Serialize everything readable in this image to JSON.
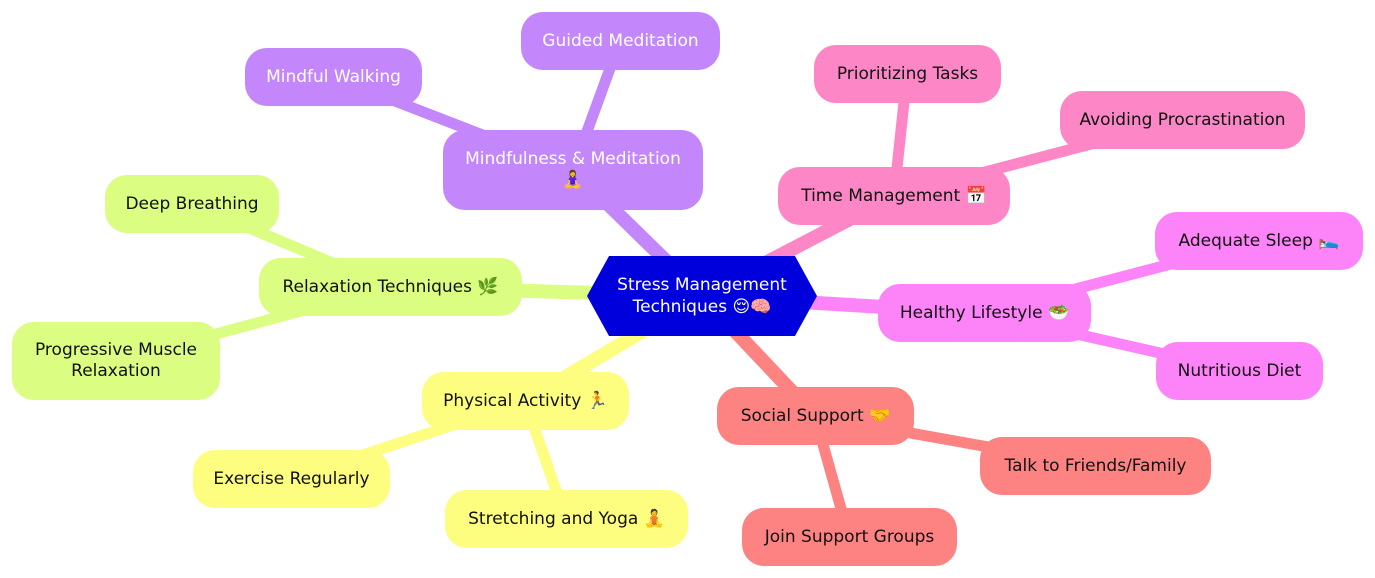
{
  "mindmap": {
    "root": {
      "label": "Stress Management\nTechniques 😌🧠",
      "color": "#0000dd"
    },
    "branches": [
      {
        "id": "mindfulness",
        "label": "Mindfulness & Meditation\n🧘‍♀️",
        "color": "#c387fb",
        "children": [
          {
            "id": "guided-meditation",
            "label": "Guided Meditation"
          },
          {
            "id": "mindful-walking",
            "label": "Mindful Walking"
          }
        ]
      },
      {
        "id": "time-management",
        "label": "Time Management 📅",
        "color": "#fd87c6",
        "children": [
          {
            "id": "prioritizing-tasks",
            "label": "Prioritizing Tasks"
          },
          {
            "id": "avoiding-procrastination",
            "label": "Avoiding Procrastination"
          }
        ]
      },
      {
        "id": "healthy-lifestyle",
        "label": "Healthy Lifestyle 🥗",
        "color": "#fd84f8",
        "children": [
          {
            "id": "adequate-sleep",
            "label": "Adequate Sleep 🛌"
          },
          {
            "id": "nutritious-diet",
            "label": "Nutritious Diet"
          }
        ]
      },
      {
        "id": "social-support",
        "label": "Social Support 🤝",
        "color": "#fd8383",
        "children": [
          {
            "id": "talk-to-friends",
            "label": "Talk to Friends/Family"
          },
          {
            "id": "join-support-groups",
            "label": "Join Support Groups"
          }
        ]
      },
      {
        "id": "physical-activity",
        "label": "Physical Activity 🏃",
        "color": "#fdfd80",
        "children": [
          {
            "id": "exercise-regularly",
            "label": "Exercise Regularly"
          },
          {
            "id": "stretching-yoga",
            "label": "Stretching and Yoga 🧘"
          }
        ]
      },
      {
        "id": "relaxation",
        "label": "Relaxation Techniques 🌿",
        "color": "#dafd82",
        "children": [
          {
            "id": "deep-breathing",
            "label": "Deep Breathing"
          },
          {
            "id": "progressive-muscle",
            "label": "Progressive Muscle\nRelaxation"
          }
        ]
      }
    ]
  }
}
